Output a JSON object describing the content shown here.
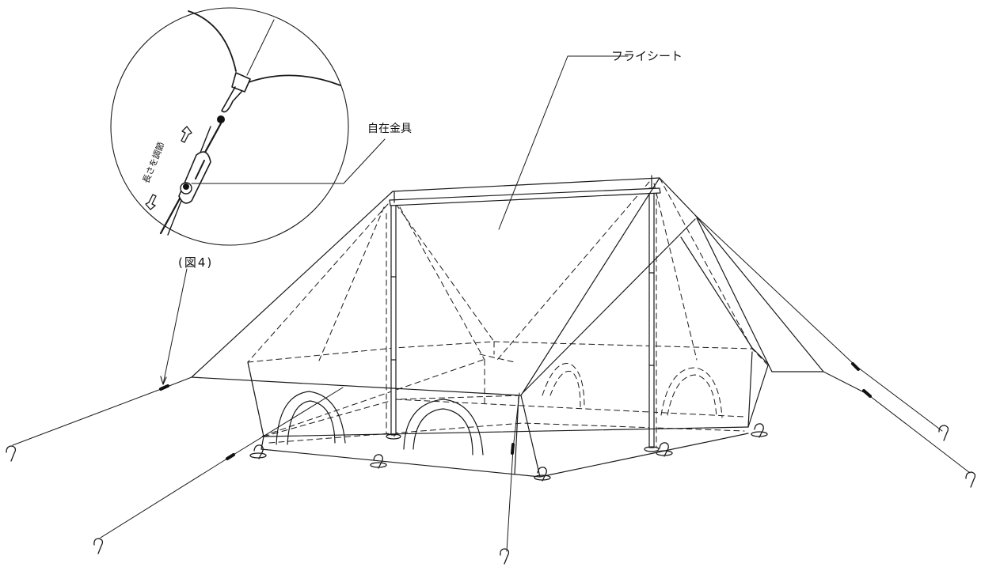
{
  "labels": {
    "fly_sheet": "フライシート",
    "adjuster": "自在金具",
    "figure": "(図4)",
    "adjust_length": "長さを調節"
  },
  "colors": {
    "line": "#1a1a1a",
    "background": "#ffffff"
  }
}
